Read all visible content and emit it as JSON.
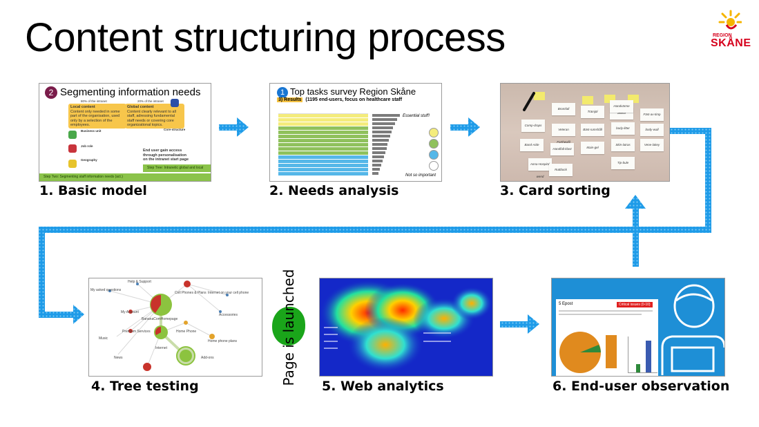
{
  "slide": {
    "title": "Content structuring process",
    "logo": {
      "small_text": "REGION",
      "text": "SKÅNE"
    },
    "launch_label": "Page is launched"
  },
  "steps": [
    {
      "caption": "1. Basic model"
    },
    {
      "caption": "2. Needs analysis"
    },
    {
      "caption": "3. Card sorting"
    },
    {
      "caption": "4. Tree testing"
    },
    {
      "caption": "5. Web analytics"
    },
    {
      "caption": "6. End-user observation"
    }
  ],
  "thumb1": {
    "number": "2",
    "heading": "Segmenting information needs",
    "local_pct": "80% of the intranet",
    "global_pct": "20% of the intranet",
    "local_title": "Local content",
    "local_text": "Content only needed in some part of the organisation, used only by a selection of the employees.",
    "global_title": "Global content",
    "global_text": "Content clearly relevant to all staff, adressing fundamental staff needs or covering core organizational topics.",
    "business_unit": "Business unit",
    "job_role": "Job role",
    "geography": "Geography",
    "core": "Core-structure",
    "gain": "End user gain access through personalisation on the intranet start page",
    "step_three": "Step Tree: Intranetic global and local (act.)",
    "step_two": "Step Two: Segmenting staff information needs (act.)"
  },
  "thumb2": {
    "number": "1",
    "heading": "Top tasks survey Region Skåne",
    "subtitle_hl": "3) Results",
    "subtitle": "(1195 end-users, focus on healthcare staff",
    "note_top": "Essential stuff!",
    "note_bottom": "Not so important"
  },
  "thumb3": {
    "cards": [
      "Bromfall",
      "Trämjöl",
      "Skivor",
      "Handvärme",
      "Fäst-av-timp",
      "Comp-draps",
      "Veteran Forthwafil",
      "Bäst-rumshåll",
      "body-litter",
      "body-wall",
      "Band-Aide",
      "Handfall-klast",
      "Main-gel",
      "Skin-latras",
      "Vene-lakey",
      "Anna-Hospital wend",
      "Ruttbock",
      "Tip-bule"
    ]
  },
  "thumb4": {
    "labels": [
      "Help & Support",
      "My asked questions",
      "My Account",
      "BananaComHomepage",
      "Premium Services",
      "Music",
      "News",
      "Internet",
      "Cell Phones & Plans",
      "Internet on your cell phone",
      "Accessories",
      "Home Phone",
      "Home phone plans",
      "Add-ons"
    ]
  },
  "thumb6": {
    "panel_title": "5 Epost",
    "badge": "Critical issues (0-10)"
  },
  "colors": {
    "accent_blue": "#1e9be8",
    "green_launch": "#1aa51a",
    "region_red": "#d6001c",
    "yellow": "#f7c64b"
  }
}
